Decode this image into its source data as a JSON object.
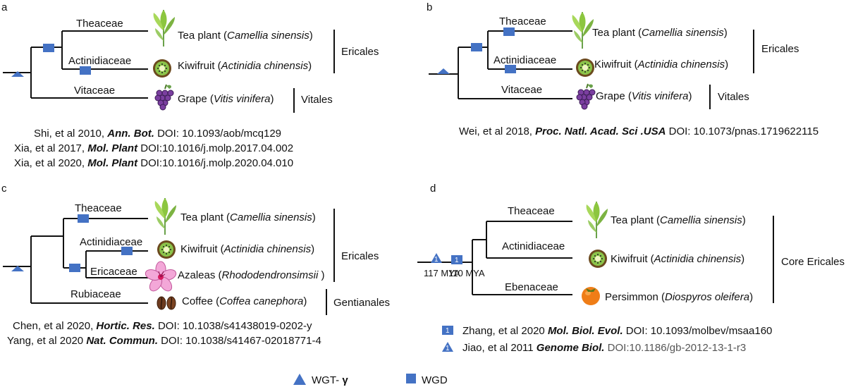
{
  "panels": {
    "a": {
      "letter": "a",
      "families": [
        "Theaceae",
        "Actinidiaceae",
        "Vitaceae"
      ],
      "species": [
        {
          "common": "Tea plant (",
          "sci": "Camellia sinensis",
          "close": ")"
        },
        {
          "common": "Kiwifruit (",
          "sci": "Actinidia chinensis",
          "close": ")"
        },
        {
          "common": "Grape (",
          "sci": "Vitis vinifera",
          "close": ")"
        }
      ],
      "orders": [
        "Ericales",
        "Vitales"
      ],
      "refs": [
        {
          "pre": "Shi, et al 2010, ",
          "journal": "Ann. Bot.",
          "doi": " DOI: 10.1093/aob/mcq129"
        },
        {
          "pre": "Xia, et al 2017, ",
          "journal": "Mol. Plant",
          "doi": " DOI:10.1016/j.molp.2017.04.002"
        },
        {
          "pre": "Xia, et al 2020, ",
          "journal": "Mol. Plant",
          "doi": " DOI:10.1016/j.molp.2020.04.010"
        }
      ]
    },
    "b": {
      "letter": "b",
      "families": [
        "Theaceae",
        "Actinidiaceae",
        "Vitaceae"
      ],
      "species": [
        {
          "common": "Tea plant (",
          "sci": "Camellia sinensis",
          "close": ")"
        },
        {
          "common": "Kiwifruit (",
          "sci": "Actinidia chinensis",
          "close": ")"
        },
        {
          "common": "Grape (",
          "sci": "Vitis vinifera",
          "close": ")"
        }
      ],
      "orders": [
        "Ericales",
        "Vitales"
      ],
      "refs": [
        {
          "pre": "Wei, et al 2018, ",
          "journal": "Proc. Natl. Acad. Sci .USA",
          "doi": " DOI: 10.1073/pnas.1719622115"
        }
      ]
    },
    "c": {
      "letter": "c",
      "families": [
        "Theaceae",
        "Actinidiaceae",
        "Ericaceae",
        "Rubiaceae"
      ],
      "species": [
        {
          "common": "Tea plant (",
          "sci": "Camellia sinensis",
          "close": ")"
        },
        {
          "common": "Kiwifruit (",
          "sci": "Actinidia chinensis",
          "close": ")"
        },
        {
          "common": "Azaleas (",
          "sci": "Rhododendronsimsii",
          "close": " )"
        },
        {
          "common": "Coffee (",
          "sci": "Coffea canephora",
          "close": ")"
        }
      ],
      "orders": [
        "Ericales",
        "Gentianales"
      ],
      "refs": [
        {
          "pre": "Chen, et al 2020, ",
          "journal": "Hortic. Res.",
          "doi": " DOI: 10.1038/s41438019-0202-y"
        },
        {
          "pre": "Yang, et al 2020 ",
          "journal": "Nat. Commun.",
          "doi": " DOI: 10.1038/s41467-02018771-4"
        }
      ]
    },
    "d": {
      "letter": "d",
      "families": [
        "Theaceae",
        "Actinidiaceae",
        "Ebenaceae"
      ],
      "species": [
        {
          "common": "Tea plant (",
          "sci": "Camellia sinensis",
          "close": ")"
        },
        {
          "common": "Kiwifruit (",
          "sci": "Actinidia chinensis",
          "close": ")"
        },
        {
          "common": "Persimmon (",
          "sci": "Diospyros oleifera",
          "close": ")"
        }
      ],
      "orders": [
        "Core Ericales"
      ],
      "times": [
        "117 MYA",
        "110 MYA"
      ],
      "marker_labels": [
        "1",
        "1"
      ],
      "refs": [
        {
          "pre": "Zhang, et al 2020 ",
          "journal": "Mol. Biol. Evol.",
          "doi": " DOI: 10.1093/molbev/msaa160"
        },
        {
          "pre": "Jiao, et al 2011 ",
          "journal": "Genome Biol.",
          "doi": " DOI:10.1186/gb-2012-13-1-r3"
        }
      ]
    }
  },
  "legend": {
    "wgt": "WGT- ",
    "wgt_symbol": "γ",
    "wgd": "WGD"
  },
  "colors": {
    "marker": "#4472c4",
    "lines": "#111111"
  },
  "icons": [
    "tea-leaf-icon",
    "kiwifruit-icon",
    "grape-icon",
    "azalea-flower-icon",
    "coffee-bean-icon",
    "persimmon-icon"
  ]
}
